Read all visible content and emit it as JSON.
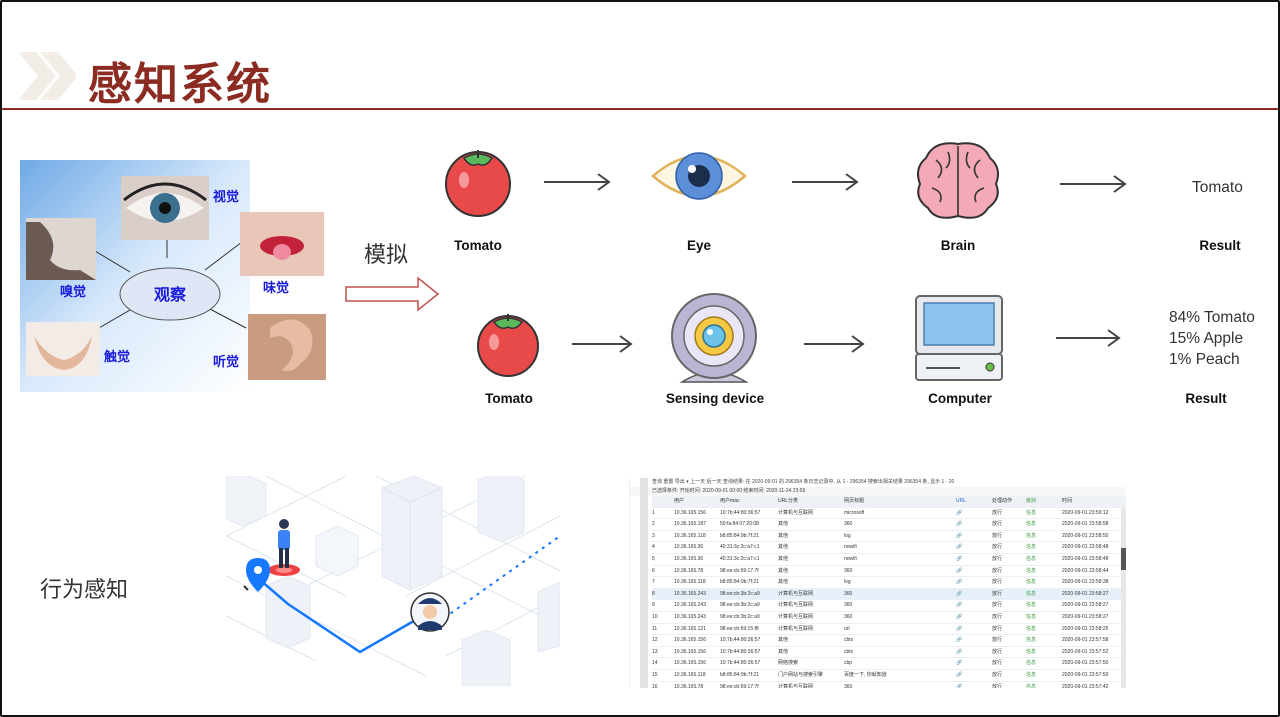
{
  "slide": {
    "title": "感知系统"
  },
  "senses": {
    "center": "观察",
    "vision": "视觉",
    "smell": "嗅觉",
    "taste": "味觉",
    "touch": "触觉",
    "hearing": "听觉"
  },
  "simulate_label": "模拟",
  "human_row": {
    "items": [
      "Tomato",
      "Eye",
      "Brain"
    ],
    "result_label": "Result",
    "result_text": "Tomato"
  },
  "machine_row": {
    "items": [
      "Tomato",
      "Sensing device",
      "Computer"
    ],
    "result_label": "Result",
    "result_lines": [
      "84% Tomato",
      "15% Apple",
      "1% Peach"
    ]
  },
  "behavior_label": "行为感知",
  "colors": {
    "title": "#8b2b22",
    "sense_text": "#1a1adb",
    "route_blue": "#1677ff",
    "tomato_red": "#e84a4a"
  },
  "table": {
    "toolbar": "查询  重置  导出 ▾  上一天  后一天  查询结果: 在 2020-09-01 的 296354 条日志记录中, 从 1 - 296354 搜索出相关结果 296354 条, 显示 1 - 20",
    "filter": "已选择条件:  开始时间: 2020-09-01 00:00   结束时间: 2020-11-24 23:59",
    "columns": [
      "",
      "用户",
      "用户mac",
      "URL分类",
      "网页标题",
      "URL",
      "处理动作",
      "级别",
      "时间"
    ],
    "rows": [
      [
        "1",
        "10.36.165.156",
        "10:7b:44:80:36:57",
        "计算机与互联网",
        "microsoft",
        "🔗",
        "放行",
        "信息",
        "2020-09-01 23:59:12"
      ],
      [
        "2",
        "10.36.165.187",
        "50:fa:84:07:20:08",
        "其他",
        "360",
        "🔗",
        "放行",
        "信息",
        "2020-09-01 23:58:58"
      ],
      [
        "3",
        "10.36.165.118",
        "b8:85:84:9b:7f:21",
        "其他",
        "log",
        "🔗",
        "放行",
        "信息",
        "2020-09-01 23:58:50"
      ],
      [
        "4",
        "10.36.165.36",
        "40:31:3c:2c:a7:c1",
        "其他",
        "nowifi",
        "🔗",
        "放行",
        "信息",
        "2020-09-01 23:58:48"
      ],
      [
        "5",
        "10.36.165.36",
        "40:31:3c:2c:a7:c1",
        "其他",
        "nowifi",
        "🔗",
        "放行",
        "信息",
        "2020-09-01 23:58:48"
      ],
      [
        "6",
        "10.36.165.78",
        "98:ee:cb:69:17:7f",
        "其他",
        "360",
        "🔗",
        "放行",
        "信息",
        "2020-09-01 23:58:44"
      ],
      [
        "7",
        "10.36.165.118",
        "b8:85:84:9b:7f:21",
        "其他",
        "log",
        "🔗",
        "放行",
        "信息",
        "2020-09-01 23:58:38"
      ],
      [
        "8",
        "10.36.165.243",
        "98:ee:cb:3b:2c:a9",
        "计算机与互联网",
        "360",
        "🔗",
        "放行",
        "信息",
        "2020-09-01 23:58:27"
      ],
      [
        "9",
        "10.36.165.243",
        "98:ee:cb:3b:2c:a9",
        "计算机与互联网",
        "360",
        "🔗",
        "放行",
        "信息",
        "2020-09-01 23:58:27"
      ],
      [
        "10",
        "10.36.165.243",
        "98:ee:cb:3b:2c:a9",
        "计算机与互联网",
        "360",
        "🔗",
        "放行",
        "信息",
        "2020-09-01 23:58:27"
      ],
      [
        "11",
        "10.36.165.121",
        "98:ee:cb:69:15:f8",
        "计算机与互联网",
        "url",
        "🔗",
        "放行",
        "信息",
        "2020-09-01 23:58:25"
      ],
      [
        "12",
        "10.36.165.156",
        "10:7b:44:80:36:57",
        "其他",
        "cbtx",
        "🔗",
        "放行",
        "信息",
        "2020-09-01 23:57:58"
      ],
      [
        "13",
        "10.36.165.156",
        "10:7b:44:80:36:57",
        "其他",
        "cbtx",
        "🔗",
        "放行",
        "信息",
        "2020-09-01 23:57:52"
      ],
      [
        "14",
        "10.36.165.156",
        "10:7b:44:80:36:57",
        "网络搜索",
        "cbp",
        "🔗",
        "放行",
        "信息",
        "2020-09-01 23:57:50"
      ],
      [
        "15",
        "10.36.165.118",
        "b8:85:84:9b:7f:21",
        "门户网站与搜索引擎",
        "百度一下, 你就知道",
        "🔗",
        "放行",
        "信息",
        "2020-09-01 23:57:50"
      ],
      [
        "16",
        "10.36.165.78",
        "98:ee:cb:69:17:7f",
        "计算机与互联网",
        "360",
        "🔗",
        "放行",
        "信息",
        "2020-09-01 23:57:42"
      ]
    ]
  }
}
